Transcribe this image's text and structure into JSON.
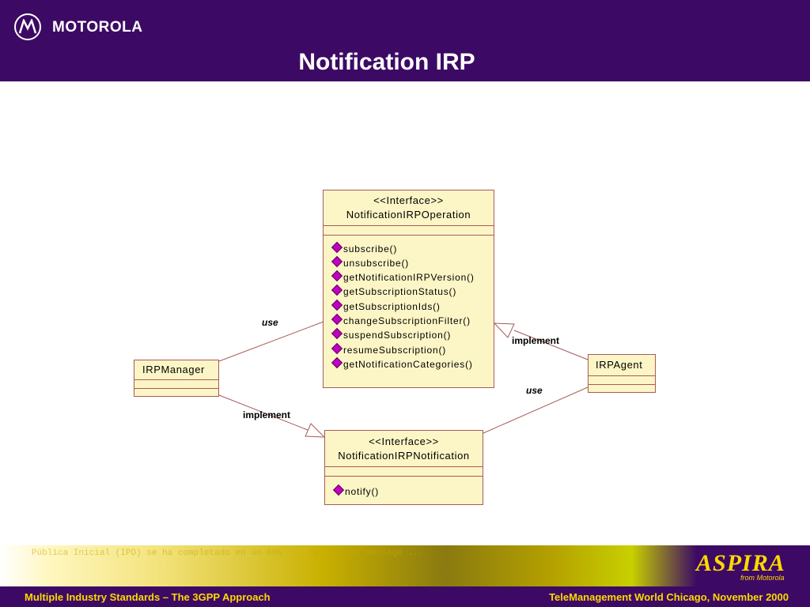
{
  "header": {
    "brand": "MOTOROLA",
    "title": "Notification IRP"
  },
  "diagram": {
    "operation_interface": {
      "stereotype": "<<Interface>>",
      "name": "NotificationIRPOperation",
      "operations": [
        "subscribe()",
        "unsubscribe()",
        "getNotificationIRPVersion()",
        "getSubscriptionStatus()",
        "getSubscriptionIds()",
        "changeSubscriptionFilter()",
        "suspendSubscription()",
        "resumeSubscription()",
        "getNotificationCategories()"
      ]
    },
    "notification_interface": {
      "stereotype": "<<Interface>>",
      "name": "NotificationIRPNotification",
      "operations": [
        "notify()"
      ]
    },
    "manager": {
      "name": "IRPManager"
    },
    "agent": {
      "name": "IRPAgent"
    },
    "relations": {
      "manager_use": "use",
      "agent_implement": "implement",
      "agent_use": "use",
      "manager_implement": "implement"
    }
  },
  "banner": {
    "logo_text": "ASPIRA",
    "logo_sub": "from Motorola",
    "background_text": "Pública Inicial (IPO) se ha completado en un 80% ... recu votre message ..."
  },
  "footer": {
    "left": "Multiple Industry Standards – The 3GPP Approach",
    "right": "TeleManagement World Chicago, November 2000"
  },
  "colors": {
    "header_bg": "#3c0a64",
    "box_fill": "#fcf6c6",
    "box_border": "#a85a5a",
    "footer_text": "#ffd800"
  }
}
